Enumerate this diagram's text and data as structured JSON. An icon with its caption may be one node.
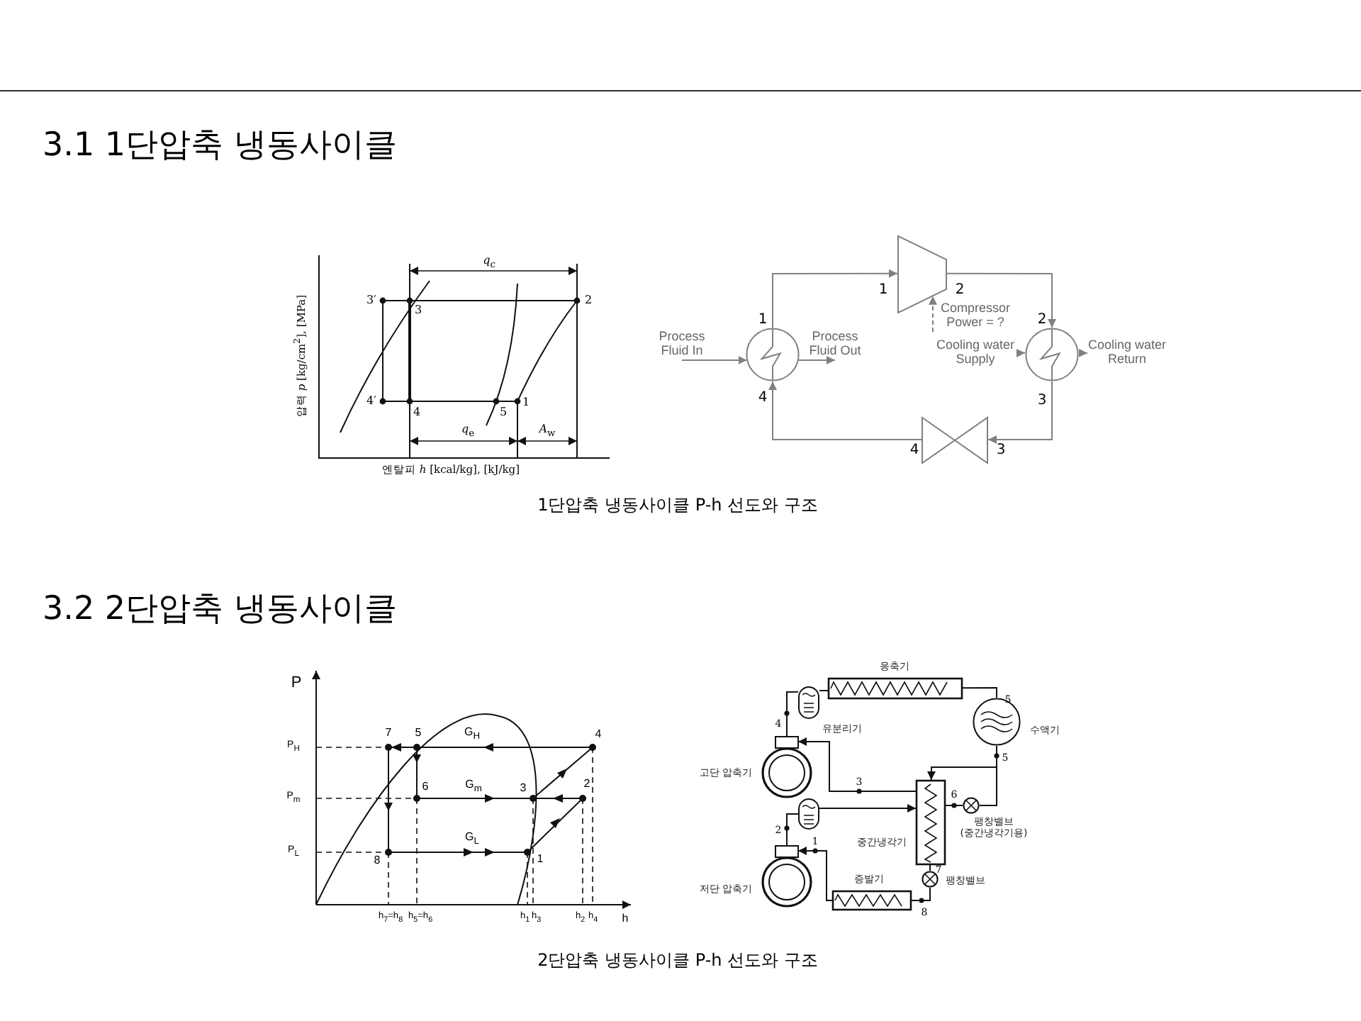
{
  "diagram": {
    "nodes": [
      {
        "text": [
          "Process Fluid In"
        ]
      },
      {
        "text": [],
        "shape": "circle"
      },
      {
        "text": [
          "Process Fluid Out"
        ]
      },
      {
        "text": [],
        "shape": "trapezoid"
      },
      {
        "text": [
          "Compressor Power = ?"
        ]
      },
      {
        "text": [],
        "shape": "circle"
      },
      {
        "text": [
          "Cooling water Supply"
        ]
      },
      {
        "text": [
          "Cooling water Return"
        ]
      },
      {
        "text": [],
        "shape": "valve"
      },
      {
        "text": [],
        "shape": "box",
        "beside": [
          "응축기"
        ]
      },
      {
        "text": [],
        "shape": "capsule",
        "beside": [
          "유분리기"
        ]
      },
      {
        "text": [],
        "shape": "circle",
        "beside": [
          "수액기"
        ]
      },
      {
        "text": [],
        "shape": "compressor",
        "beside": [
          "고단 압축기"
        ]
      },
      {
        "text": [],
        "shape": "box",
        "beside": [
          "중간냉각기"
        ]
      },
      {
        "text": [],
        "shape": "circle",
        "beside": [
          "팽창밸브 (중간냉각기용)"
        ]
      },
      {
        "text": [],
        "shape": "capsule"
      },
      {
        "text": [],
        "shape": "compressor",
        "beside": [
          "저단 압축기"
        ]
      },
      {
        "text": [],
        "shape": "circle",
        "beside": [
          "팽창밸브"
        ]
      },
      {
        "text": [],
        "shape": "box",
        "beside": [
          "증발기"
        ]
      }
    ],
    "edges": [
      {
        "from": 0,
        "to": 1,
        "arrow": "to",
        "color": "#808080"
      },
      {
        "from": 1,
        "to": 2,
        "arrow": "to",
        "color": "#808080"
      },
      {
        "from": 1,
        "to": 3,
        "arrow": "to",
        "color": "#808080"
      },
      {
        "from": 4,
        "to": 3,
        "arrow": "to",
        "style": "dashed",
        "color": "#808080"
      },
      {
        "from": 3,
        "to": 5,
        "arrow": "to",
        "color": "#808080"
      },
      {
        "from": 6,
        "to": 5,
        "arrow": "to",
        "color": "#808080"
      },
      {
        "from": 5,
        "to": 7,
        "arrow": "to",
        "color": "#808080"
      },
      {
        "from": 5,
        "to": 8,
        "arrow": "to",
        "color": "#808080"
      },
      {
        "from": 8,
        "to": 1,
        "arrow": "to",
        "color": "#808080"
      },
      {
        "from": 12,
        "to": 10,
        "arrow": "none"
      },
      {
        "from": 10,
        "to": 9,
        "arrow": "none"
      },
      {
        "from": 9,
        "to": 11,
        "arrow": "none"
      },
      {
        "from": 11,
        "to": 13,
        "arrow": "to"
      },
      {
        "from": 11,
        "to": 14,
        "arrow": "none"
      },
      {
        "from": 14,
        "to": 13,
        "arrow": "none"
      },
      {
        "from": 13,
        "to": 12,
        "arrow": "to"
      },
      {
        "from": 16,
        "to": 15,
        "arrow": "none"
      },
      {
        "from": 15,
        "to": 13,
        "arrow": "to"
      },
      {
        "from": 13,
        "to": 17,
        "arrow": "none"
      },
      {
        "from": 17,
        "to": 18,
        "arrow": "none"
      },
      {
        "from": 18,
        "to": 16,
        "arrow": "to"
      }
    ],
    "labels": [
      "3.1 1단압축 냉동사이클",
      "*q*$_{c}$",
      "3′",
      "3",
      "2",
      "4′",
      "4",
      "5",
      "1",
      "*q*$_{e}$",
      "*A*$_{w}$",
      "압력 *p* [kg/cm$^{2}$], [MPa]",
      "엔탈피 *h* [kcal/kg], [kJ/kg]",
      "1",
      "2",
      "1",
      "2",
      "4",
      "3",
      "4",
      "3",
      "1단압축 냉동사이클 P-h 선도와 구조",
      "3.2 2단압축 냉동사이클",
      "P",
      "7",
      "5",
      "G$_{H}$",
      "4",
      "P$_{H}$",
      "6",
      "G$_{m}$",
      "3",
      "2",
      "P$_{m}$",
      "G$_{L}$",
      "8",
      "1",
      "P$_{L}$",
      "h$_{7}$=h$_{8}$",
      "h$_{5}$=h$_{6}$",
      "h$_{1}$",
      "h$_{3}$",
      "h$_{2}$",
      "h$_{4}$",
      "h",
      "5",
      "4",
      "5",
      "3",
      "6",
      "2",
      "1",
      "7",
      "8",
      "2단압축 냉동사이클 P-h 선도와 구조"
    ]
  }
}
